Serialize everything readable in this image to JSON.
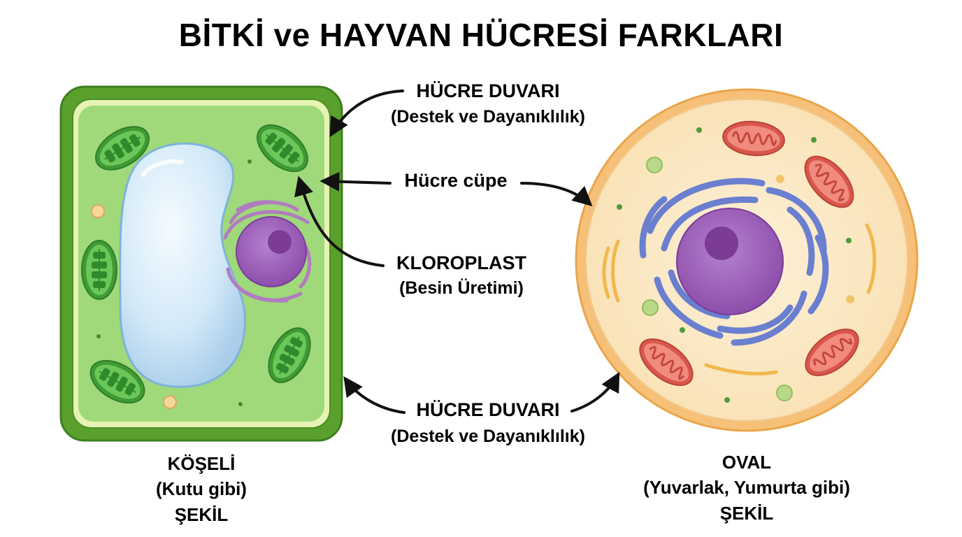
{
  "title": "BİTKİ ve HAYVAN HÜCRESİ FARKLARI",
  "labels": {
    "cell_wall_top": {
      "name": "HÜCRE DUVARI",
      "desc": "(Destek ve Dayanıklılık)"
    },
    "cell_membrane": {
      "name": "Hücre cüpe"
    },
    "chloroplast": {
      "name": "KLOROPLAST",
      "desc": "(Besin Üretimi)"
    },
    "cell_wall_bottom": {
      "name": "HÜCRE DUVARI",
      "desc": "(Destek ve Dayanıklılık)"
    }
  },
  "plant_cell": {
    "shape_lines": [
      "KÖŞELİ",
      "(Kutu gibi)",
      "ŞEKİL"
    ]
  },
  "animal_cell": {
    "shape_lines": [
      "OVAL",
      "(Yuvarlak, Yumurta gibi)",
      "ŞEKİL"
    ]
  },
  "colors": {
    "plant_wall": "#5aa02c",
    "plant_cytoplasm": "#9fd97a",
    "vacuole": "#cfe6f7",
    "chloroplast": "#57b947",
    "nucleus": "#9b59b6",
    "er": "#b07cc0",
    "animal_membrane": "#f2b765",
    "animal_cytoplasm": "#fbe7c3",
    "mitochondria": "#e06b5e",
    "animal_er": "#6a7fcf"
  }
}
